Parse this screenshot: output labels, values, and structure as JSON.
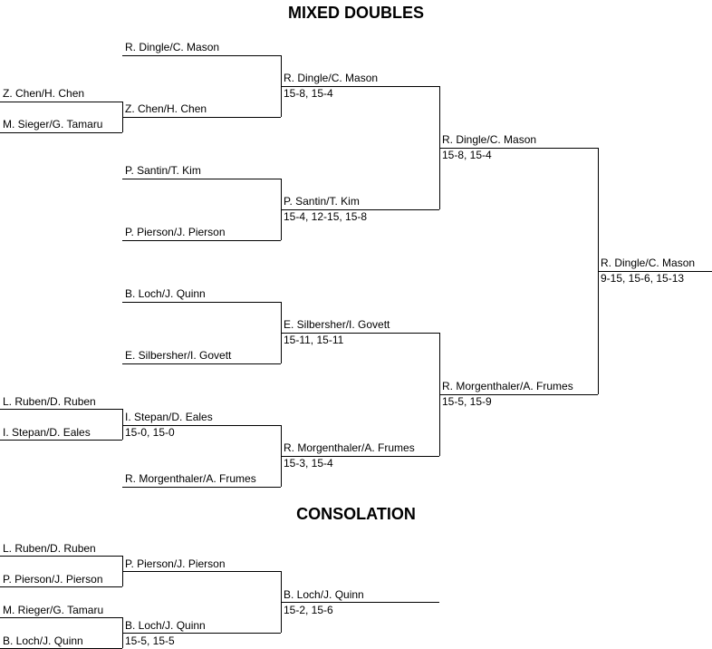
{
  "main": {
    "title": "MIXED DOUBLES",
    "r1": [
      {
        "name": "Z. Chen/H. Chen"
      },
      {
        "name": "M. Sieger/G. Tamaru"
      },
      {
        "name": "L. Ruben/D. Ruben"
      },
      {
        "name": "I. Stepan/D. Eales"
      }
    ],
    "r2": [
      {
        "name": "R. Dingle/C. Mason"
      },
      {
        "name": "Z. Chen/H. Chen"
      },
      {
        "name": "P. Santin/T. Kim"
      },
      {
        "name": "P. Pierson/J. Pierson"
      },
      {
        "name": "B. Loch/J. Quinn"
      },
      {
        "name": "E. Silbersher/I. Govett"
      },
      {
        "name": "I. Stepan/D. Eales",
        "score": "15-0, 15-0"
      },
      {
        "name": "R. Morgenthaler/A. Frumes"
      }
    ],
    "qf": [
      {
        "name": "R. Dingle/C. Mason",
        "score": "15-8, 15-4"
      },
      {
        "name": "P. Santin/T. Kim",
        "score": "15-4, 12-15, 15-8"
      },
      {
        "name": "E. Silbersher/I. Govett",
        "score": "15-11, 15-11"
      },
      {
        "name": "R. Morgenthaler/A. Frumes",
        "score": "15-3, 15-4"
      }
    ],
    "sf": [
      {
        "name": "R. Dingle/C. Mason",
        "score": "15-8, 15-4"
      },
      {
        "name": "R. Morgenthaler/A. Frumes",
        "score": "15-5, 15-9"
      }
    ],
    "final": {
      "name": "R. Dingle/C. Mason",
      "score": "9-15, 15-6, 15-13"
    }
  },
  "consolation": {
    "title": "CONSOLATION",
    "r1": [
      {
        "name": "L. Ruben/D. Ruben"
      },
      {
        "name": "P. Pierson/J. Pierson"
      },
      {
        "name": "M. Rieger/G. Tamaru"
      },
      {
        "name": "B. Loch/J. Quinn"
      }
    ],
    "r2": [
      {
        "name": "P. Pierson/J. Pierson"
      },
      {
        "name": "B. Loch/J. Quinn",
        "score": "15-5, 15-5"
      }
    ],
    "final": {
      "name": "B. Loch/J. Quinn",
      "score": "15-2, 15-6"
    }
  }
}
